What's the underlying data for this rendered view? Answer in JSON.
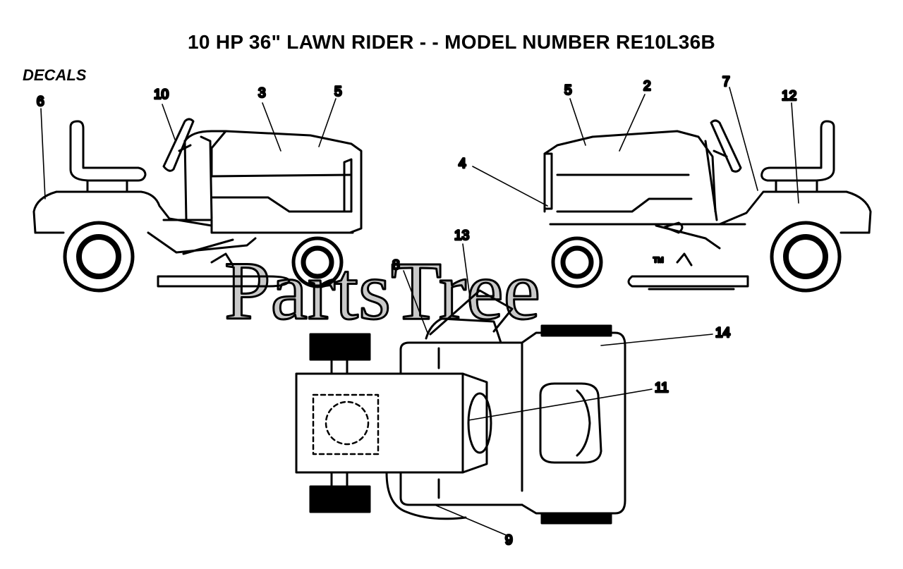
{
  "title": "10 HP 36\" LAWN RIDER - - MODEL NUMBER RE10L36B",
  "section_label": "DECALS",
  "watermark": {
    "text": "PartsTree",
    "trademark": "TM"
  },
  "callouts": {
    "c1": "6",
    "c2": "10",
    "c3": "3",
    "c4": "5",
    "c5": "5",
    "c6": "2",
    "c7": "7",
    "c8": "12",
    "c9": "4",
    "c10": "13",
    "c11": "8",
    "c12": "14",
    "c13": "11",
    "c14": "9"
  }
}
